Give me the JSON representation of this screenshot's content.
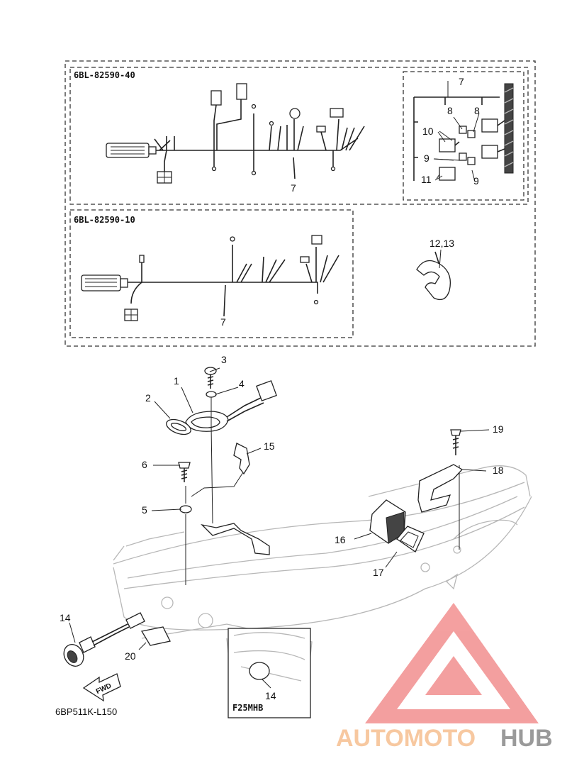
{
  "diagram": {
    "kit_codes": {
      "upper": "6BL-82590-40",
      "lower": "6BL-82590-10"
    },
    "callouts": {
      "p1": "1",
      "p2": "2",
      "p3": "3",
      "p4": "4",
      "p5": "5",
      "p6": "6",
      "p7a": "7",
      "p7b": "7",
      "p7c": "7",
      "p8a": "8",
      "p8b": "8",
      "p9a": "9",
      "p9b": "9",
      "p10": "10",
      "p11": "11",
      "p12_13": "12,13",
      "p14a": "14",
      "p14b": "14",
      "p15": "15",
      "p16": "16",
      "p17": "17",
      "p18": "18",
      "p19": "19",
      "p20": "20"
    },
    "inset_model": "F25MHB",
    "direction_label": "FWD",
    "figure_code": "6BP511K-L150"
  },
  "watermark": {
    "text_part1": "AUTOMOTO",
    "text_part2": "HUB",
    "color_logo": "#f08080",
    "color_text1": "#f7c8a0",
    "color_text2": "#9a9a9a"
  }
}
